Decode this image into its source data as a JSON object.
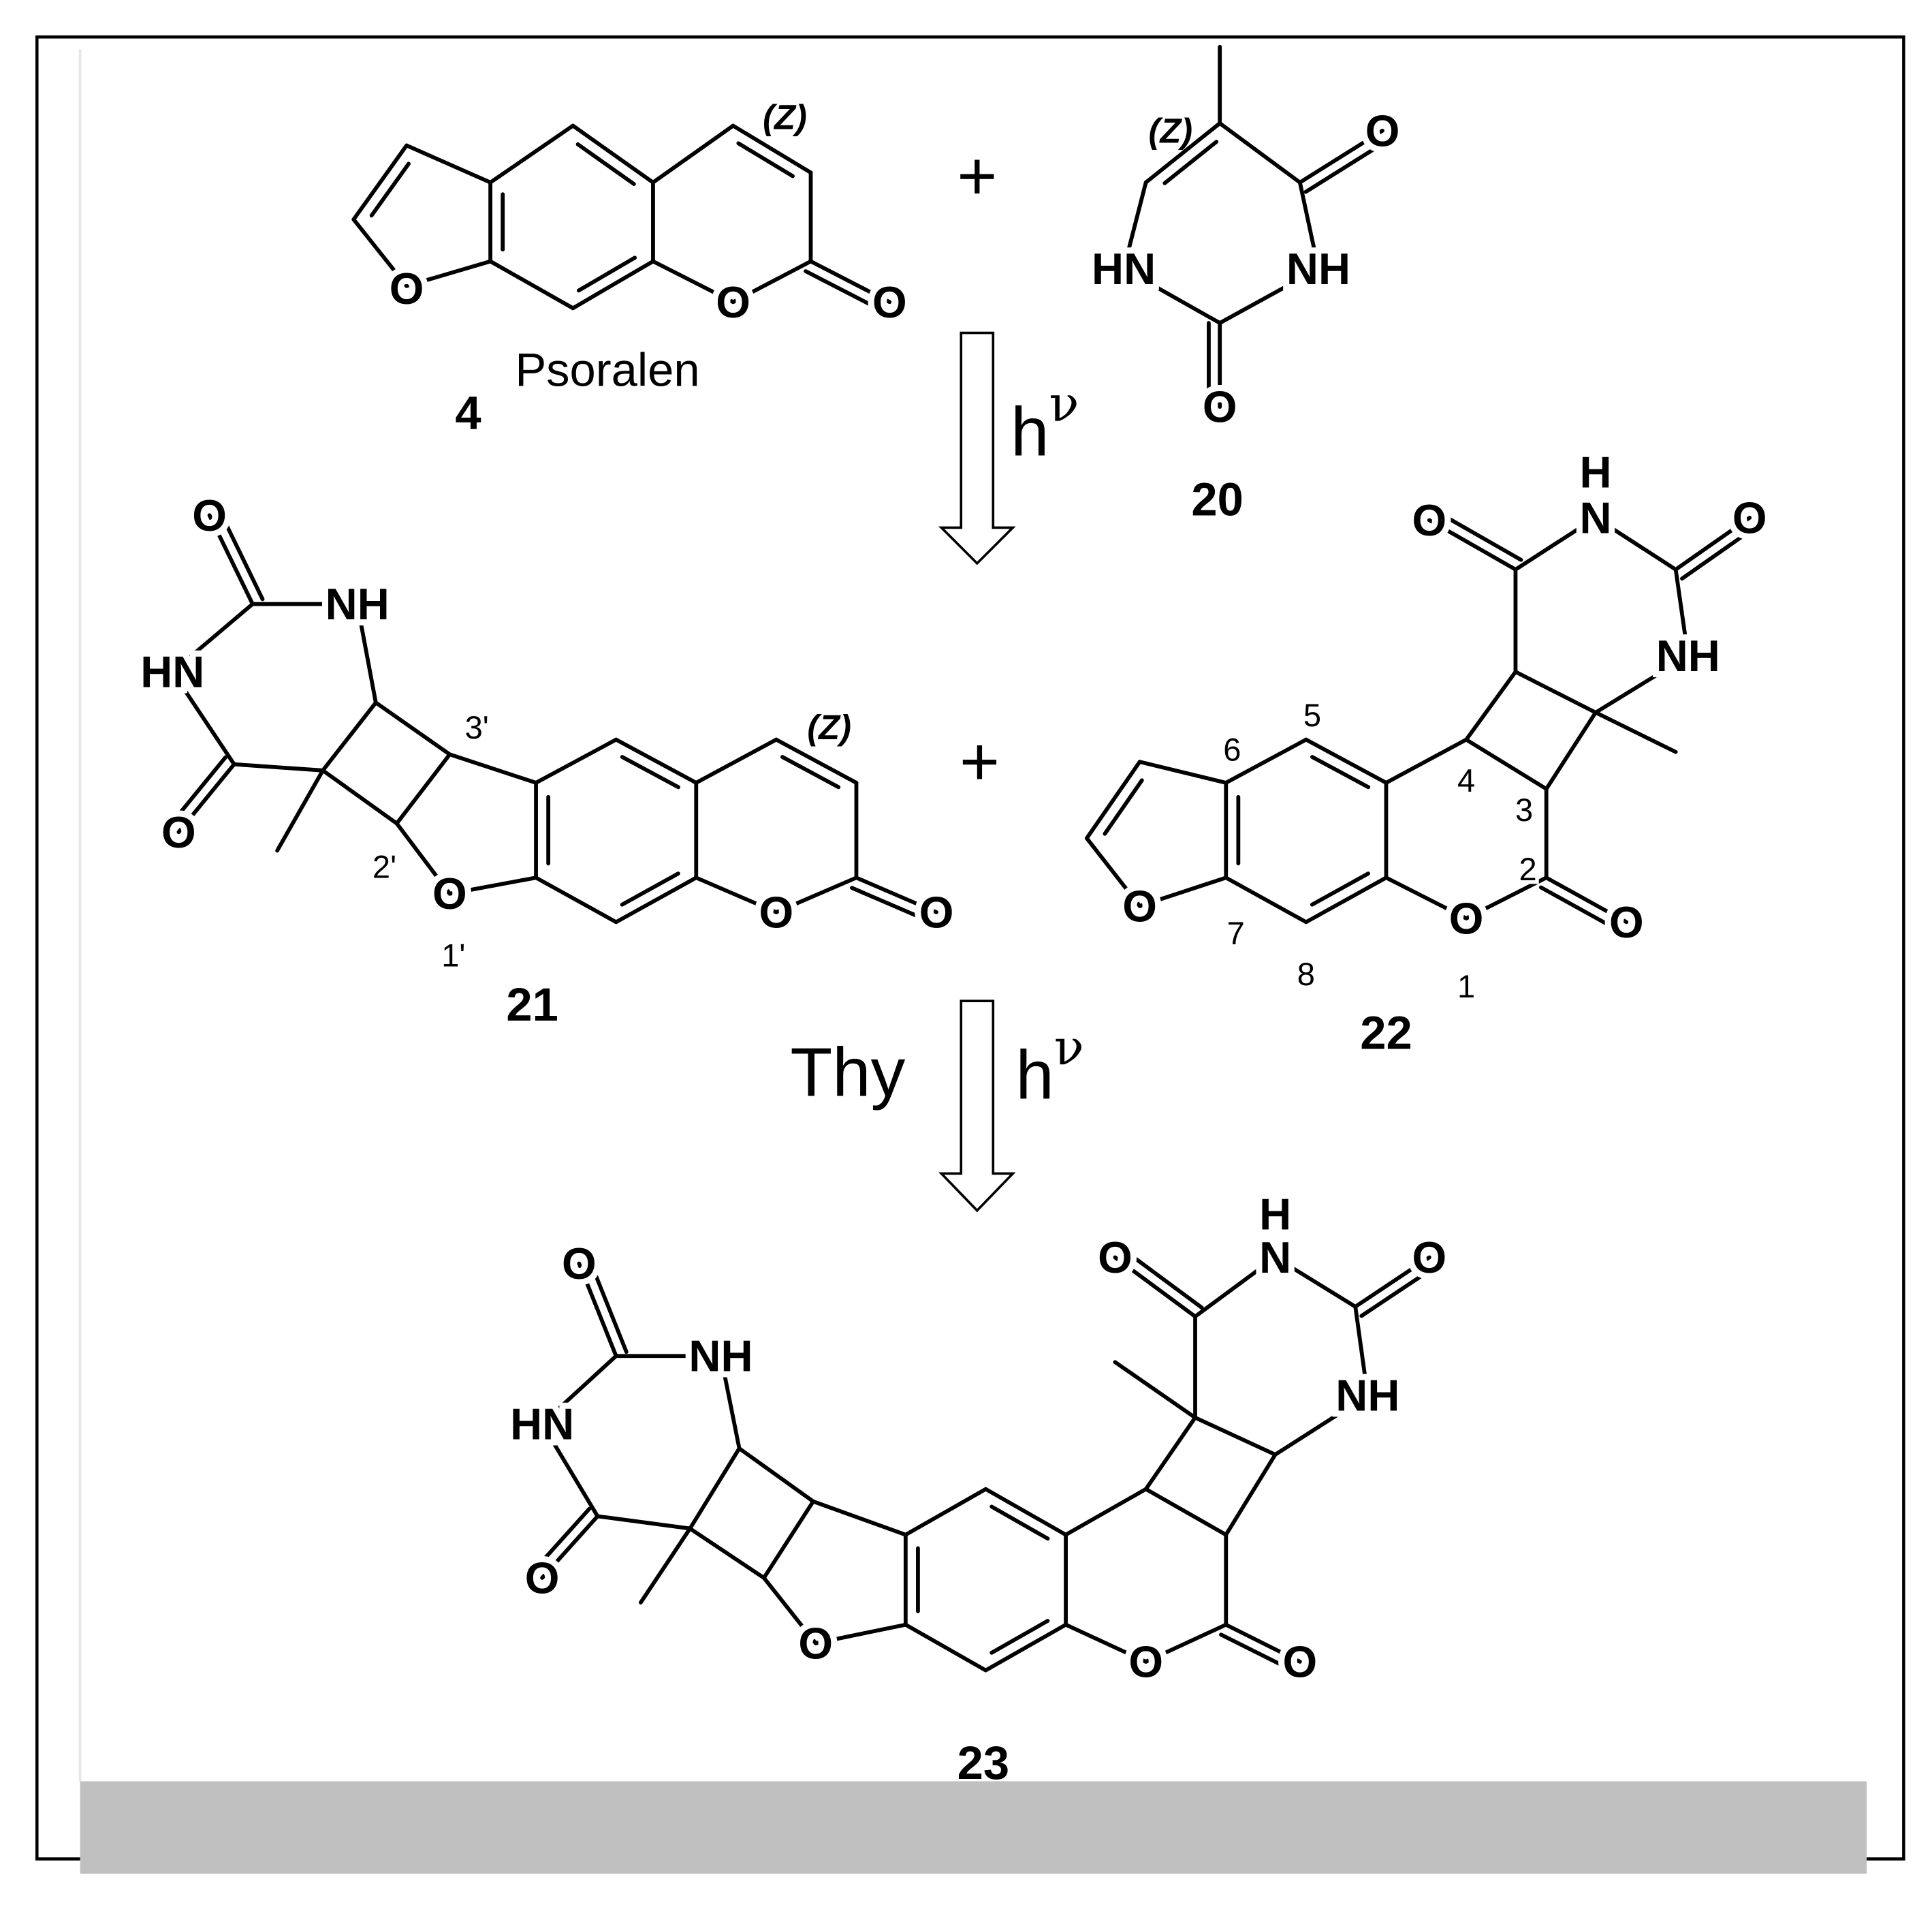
{
  "labels": {
    "O": "O",
    "NH": "NH",
    "HN": "HN",
    "N": "N",
    "H": "H",
    "plus": "+",
    "Z": "(Z)"
  },
  "compounds": {
    "c4": "4",
    "c4_name": "Psoralen",
    "c20": "20",
    "c21": "21",
    "c22": "22",
    "c23": "23"
  },
  "arrows": {
    "h": "h",
    "nu": "ν",
    "reagent2": "Thy"
  },
  "positions_21": [
    "3'",
    "2'",
    "1'"
  ],
  "positions_22": [
    "5",
    "6",
    "4",
    "3",
    "2",
    "7",
    "8",
    "1"
  ]
}
